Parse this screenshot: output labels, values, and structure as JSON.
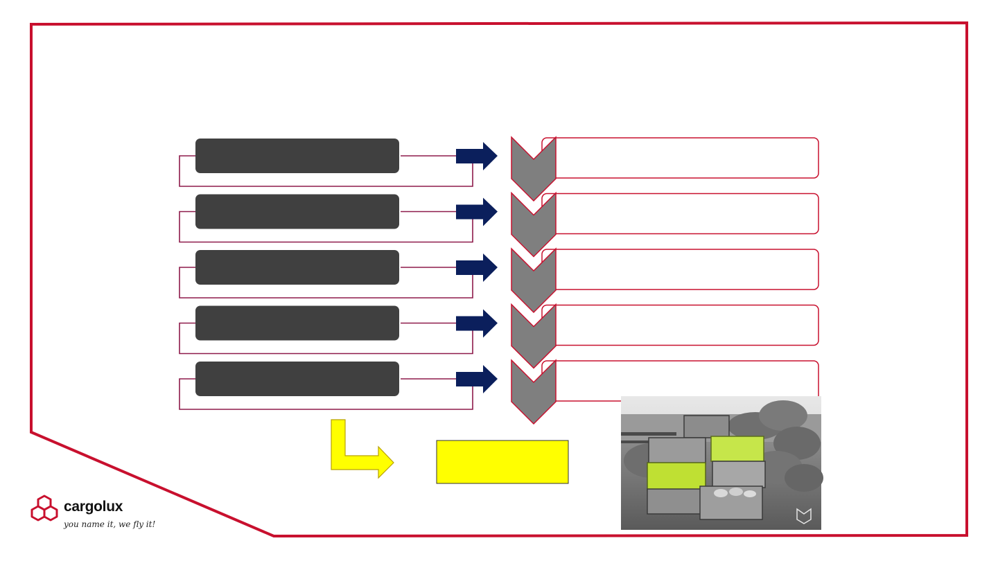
{
  "brand": {
    "name": "cargolux",
    "tagline": "you name it, we fly it!",
    "accent_color": "#C8102E",
    "icon": "cube-cluster-logo-icon"
  },
  "colors": {
    "frame": "#C8102E",
    "box_dark": "#404040",
    "arrow_navy": "#0B1F5C",
    "chevron_gray": "#7F7F7F",
    "callout_yellow": "#FFFF00"
  },
  "diagram": {
    "rows": [
      {
        "left_box": "",
        "right_box": ""
      },
      {
        "left_box": "",
        "right_box": ""
      },
      {
        "left_box": "",
        "right_box": ""
      },
      {
        "left_box": "",
        "right_box": ""
      },
      {
        "left_box": "",
        "right_box": ""
      }
    ],
    "outcome_box": "",
    "photo_icon": "crate-photo-image"
  }
}
